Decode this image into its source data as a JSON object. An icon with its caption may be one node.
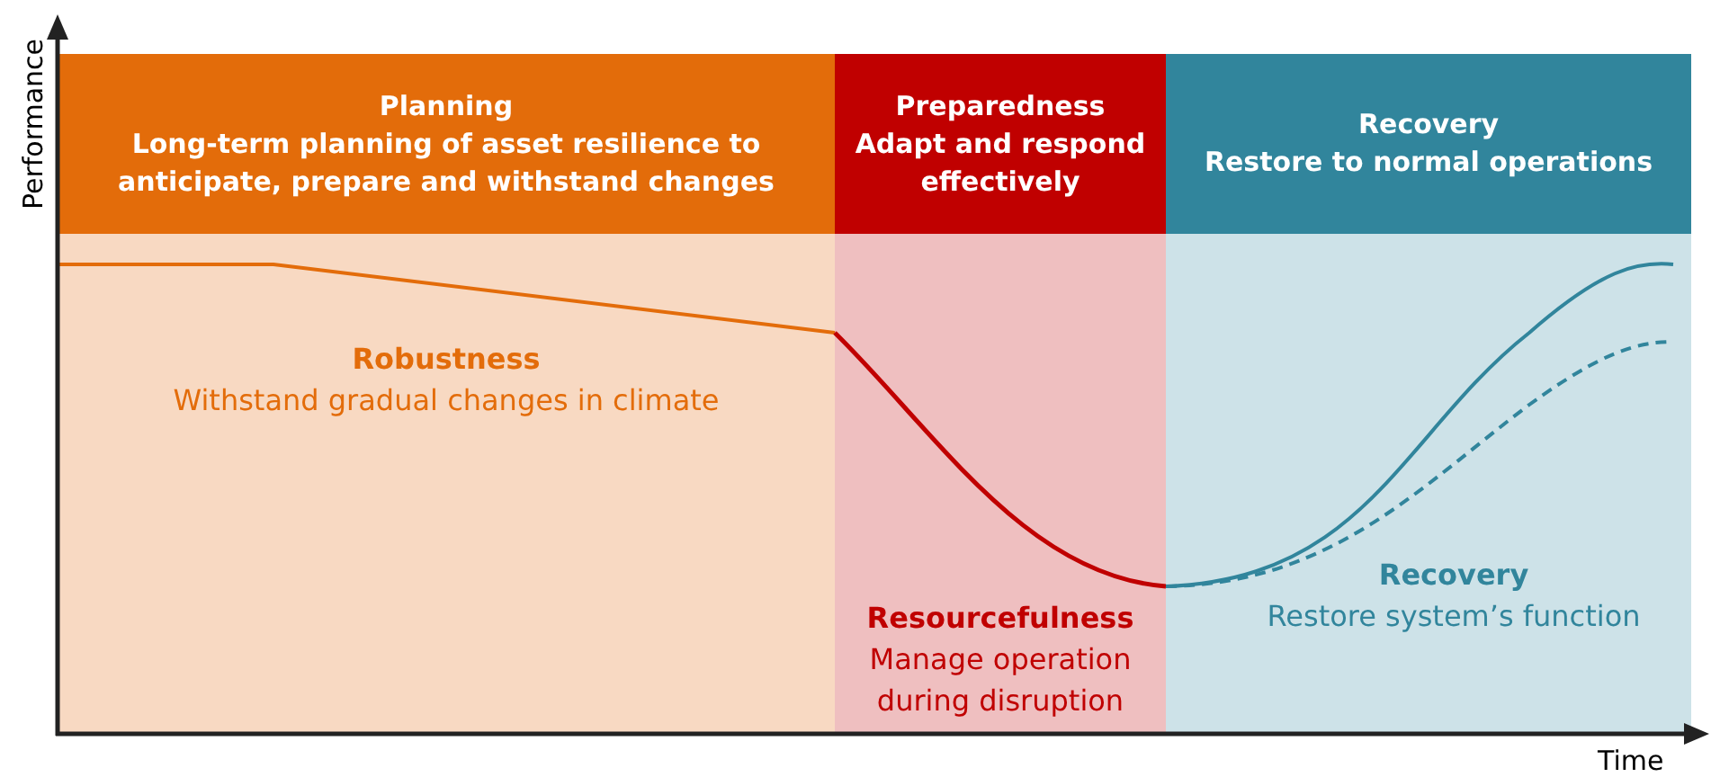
{
  "diagram": {
    "nodes": [
      {
        "text": [
          "Planning",
          "Long-term planning of asset resilience to anticipate, prepare and withstand changes"
        ]
      },
      {
        "text": [
          "Preparedness",
          "Adapt and respond effectively"
        ]
      },
      {
        "text": [
          "Recovery",
          "Restore to normal operations"
        ]
      },
      {
        "text": [
          "Robustness",
          "Withstand gradual changes in climate"
        ]
      },
      {
        "text": [
          "Resourcefulness",
          "Manage operation during disruption"
        ]
      },
      {
        "text": [
          "Recovery",
          "Restore system’s function"
        ]
      }
    ],
    "labels": [
      "Performance",
      "Time"
    ]
  }
}
